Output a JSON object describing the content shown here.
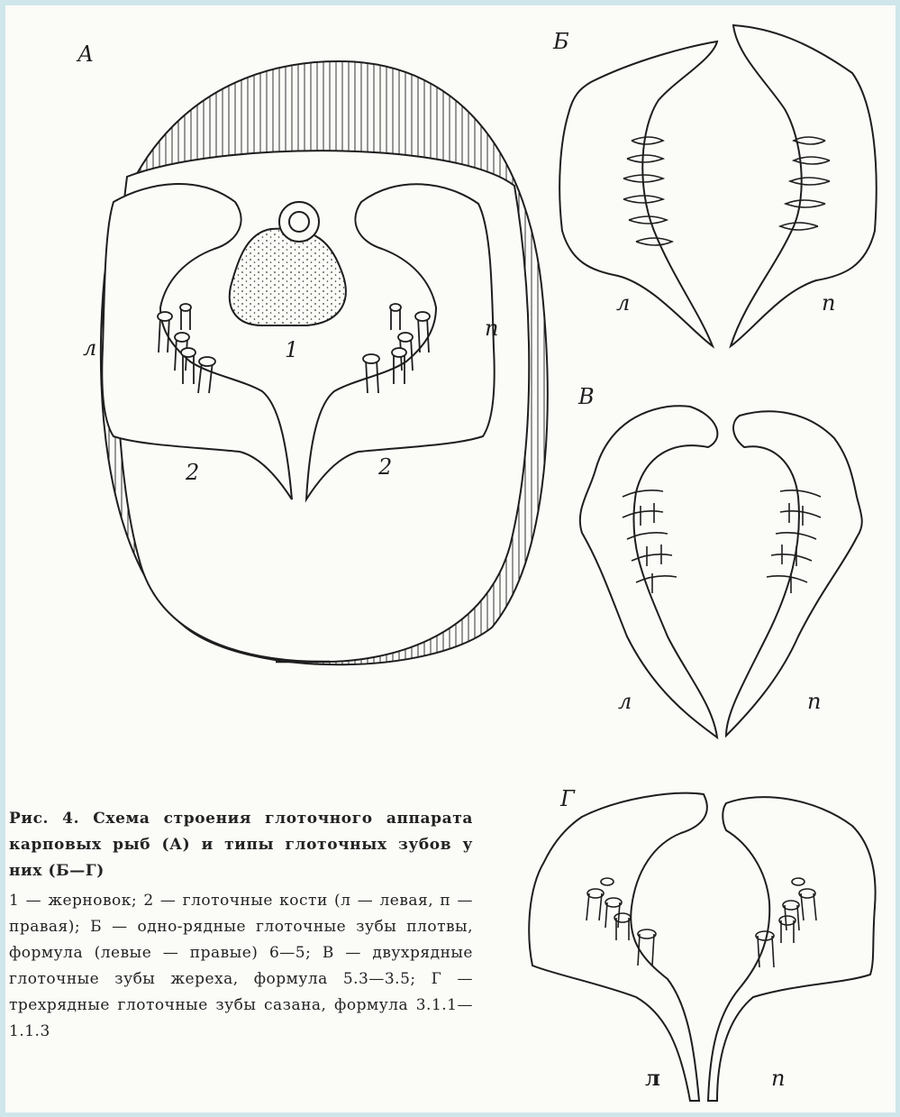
{
  "figure": {
    "panel_labels": {
      "A": "А",
      "B": "Б",
      "V": "В",
      "G": "Г"
    },
    "side_labels": {
      "left": "л",
      "right": "п"
    },
    "part_labels": {
      "one": "1",
      "two": "2"
    }
  },
  "caption": {
    "title": "Рис. 4. Схема строения глоточного аппарата карповых рыб (А) и типы глоточных зубов у них (Б—Г)",
    "body": "1 — жерновок; 2 — глоточные кости (л — левая, п — правая); Б — одно-рядные глоточные зубы плотвы, формула (левые — правые) 6—5; В — двухрядные глоточные зубы жереха, формула 5.3—3.5; Г — трехрядные глоточные зубы сазана, формула 3.1.1—1.1.3"
  },
  "colors": {
    "ink": "#1e1e1e",
    "paper": "#fbfbf8",
    "frame": "#cfe6ea"
  }
}
